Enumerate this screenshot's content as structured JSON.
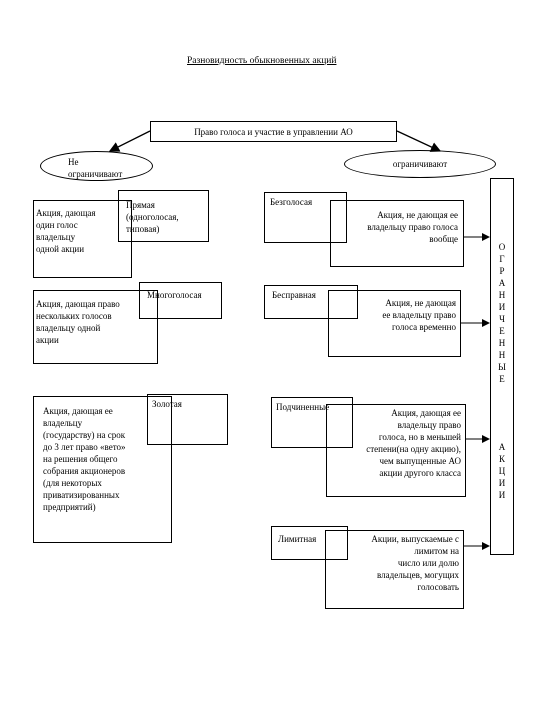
{
  "title": "Разновидность обыкновенных акций",
  "top_box": "Право голоса и участие в управлении АО",
  "left_ellipse": "Не\nограничивают",
  "right_ellipse": "ограничивают",
  "vertical_label_1": "О\nГ\nР\nА\nН\nИ\nЧ\nЕ\nН\nН\nЫ\nЕ",
  "vertical_label_2": "А\nК\nЦ\nИ\nИ",
  "left": {
    "direct_type": "Прямая\n(одноголосая,\nтиповая)",
    "direct_desc": "Акция, дающая\nодин голос\nвладельцу\nодной акции",
    "multi_type": "Многоголосая",
    "multi_desc": "Акция, дающая право\nнескольких голосов\nвладельцу одной\nакции",
    "gold_type": "Золотая",
    "gold_desc": "Акция, дающая ее\nвладельцу\n(государству) на срок\nдо 3 лет право «вето»\nна решения общего\nсобрания акционеров\n(для некоторых\nприватизированных\nпредприятий)"
  },
  "right": {
    "voteless_type": "Безголосая",
    "voteless_desc": "Акция, не дающая ее\nвладельцу право голоса\nвообще",
    "rightless_type": "Бесправная",
    "rightless_desc": "Акция, не дающая\nее владельцу право\nголоса временно",
    "subordinate_type": "Подчиненные",
    "subordinate_desc": "Акция, дающая ее\nвладельцу право\nголоса, но в меньшей\nстепени(на одну акцию),\nчем выпущенные АО\nакции другого класса",
    "limit_type": "Лимитная",
    "limit_desc": "Акции, выпускаемые с\nлимитом на\nчисло или долю\nвладельцев, могущих\nголосовать"
  }
}
